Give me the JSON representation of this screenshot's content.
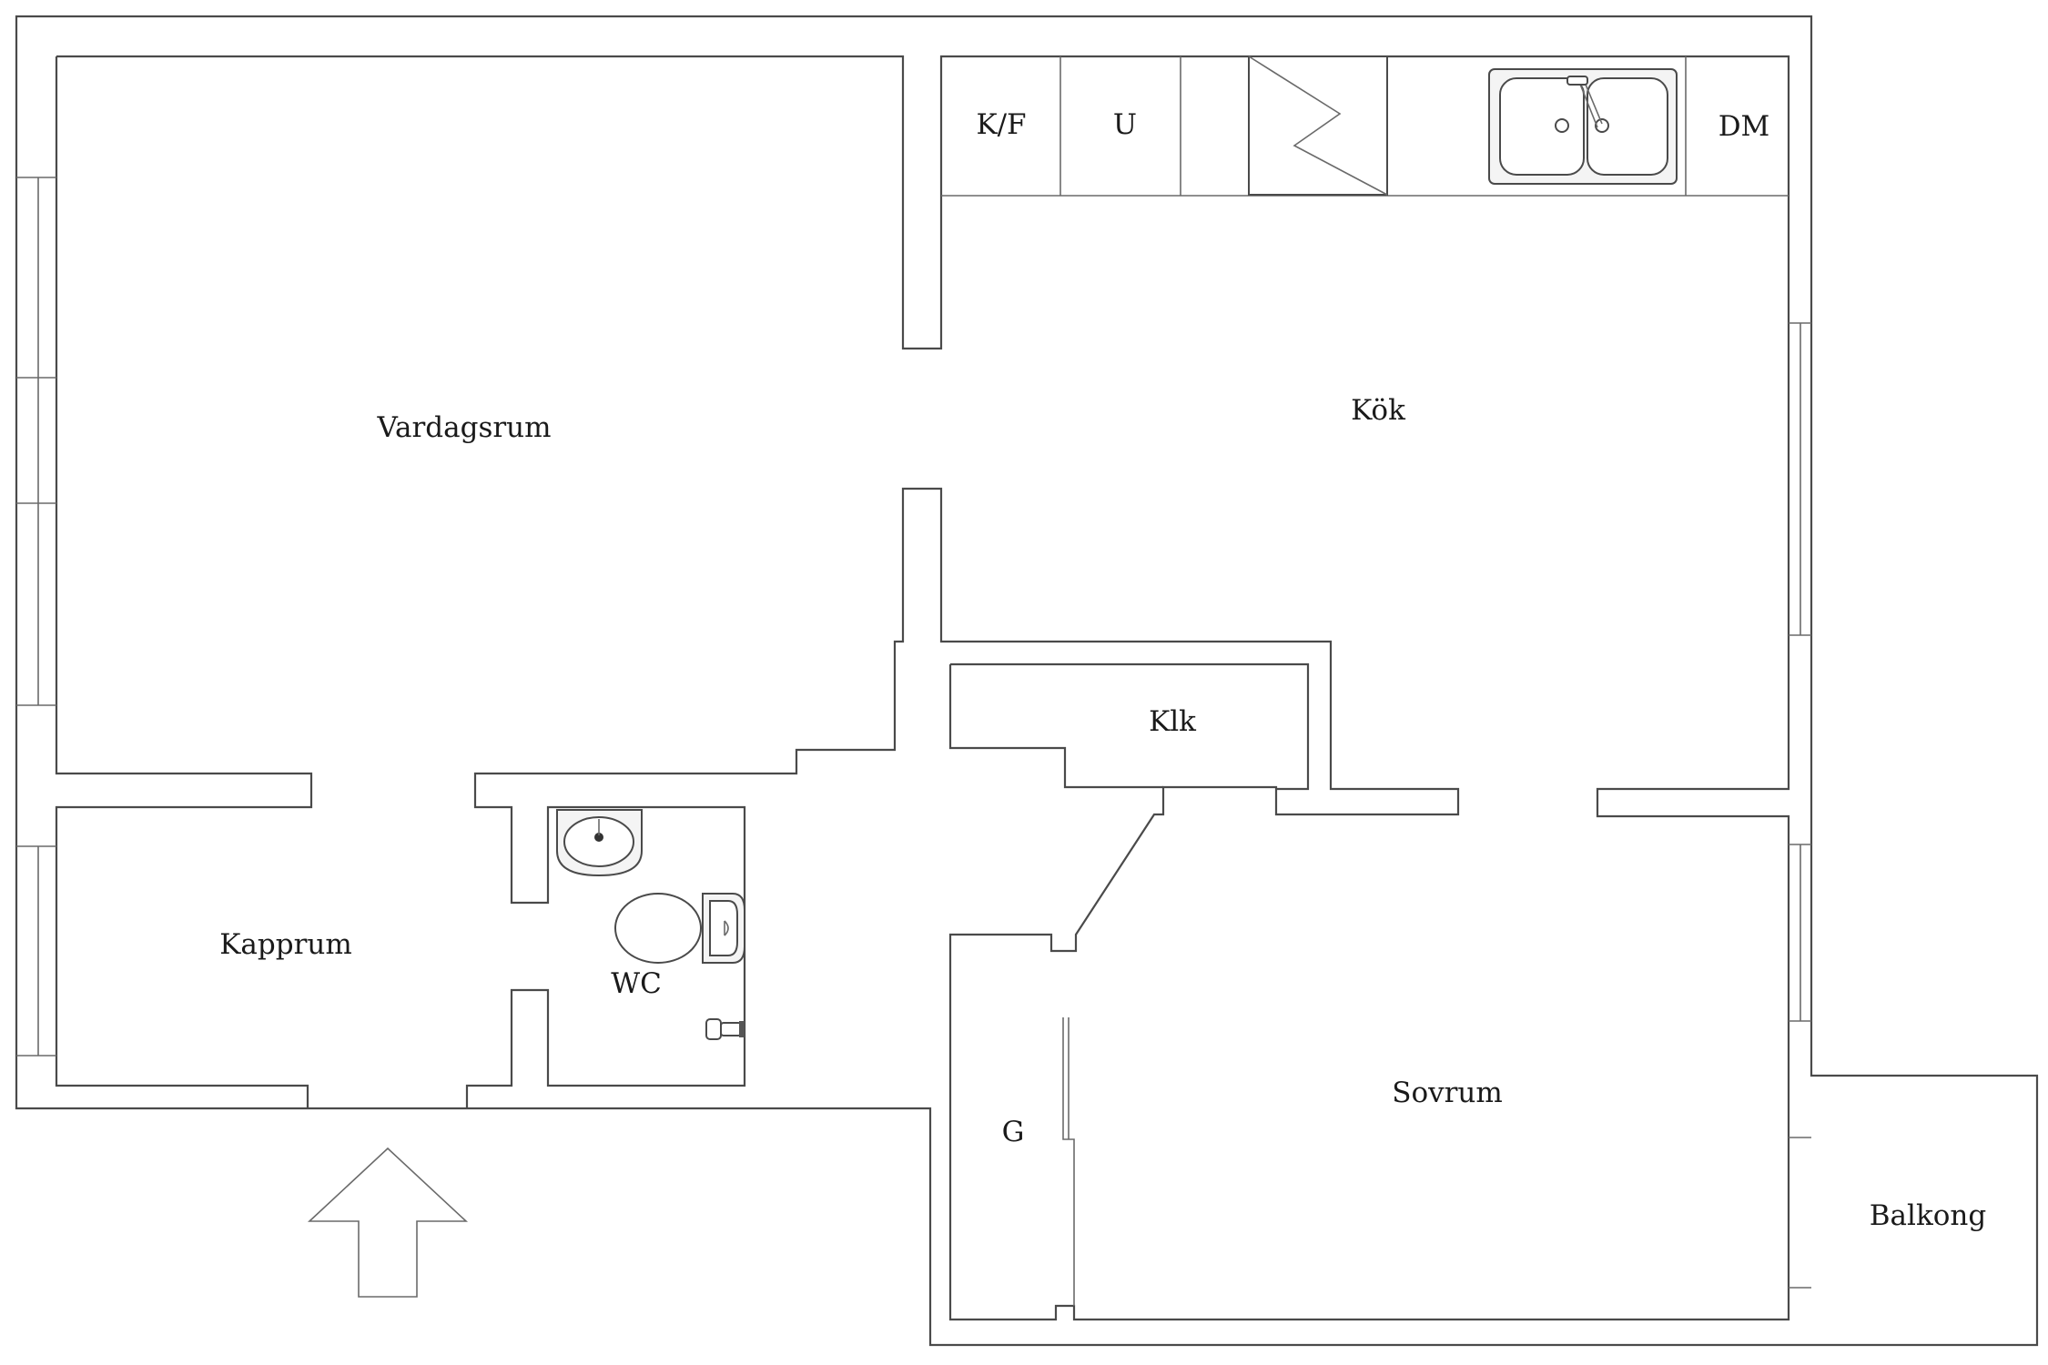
{
  "rooms": {
    "vardagsrum": "Vardagsrum",
    "kok": "Kök",
    "klk": "Klk",
    "kapprum": "Kapprum",
    "wc": "WC",
    "sovrum": "Sovrum",
    "g": "G",
    "balkong": "Balkong"
  },
  "fixtures": {
    "fridge_freezer": "K/F",
    "oven": "U",
    "dishwasher": "DM"
  },
  "icons": {
    "entrance": "entrance-arrow-icon",
    "stove": "stove-icon",
    "sink": "double-sink-icon",
    "washbasin": "washbasin-icon",
    "toilet": "toilet-icon",
    "tap": "wall-tap-icon"
  }
}
